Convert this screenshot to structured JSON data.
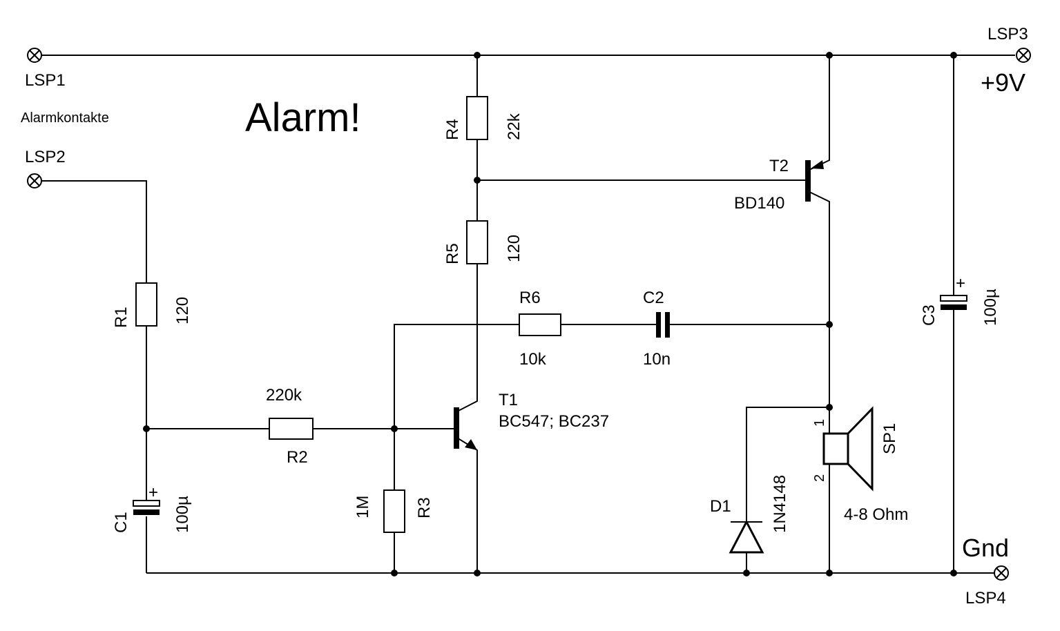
{
  "title": "Alarm!",
  "terminals": {
    "lsp1": "LSP1",
    "lsp2": "LSP2",
    "lsp3": "LSP3",
    "lsp4": "LSP4",
    "contacts_label": "Alarmkontakte",
    "plus9v": "+9V",
    "gnd": "Gnd"
  },
  "components": {
    "r1": {
      "ref": "R1",
      "value": "120"
    },
    "r2": {
      "ref": "R2",
      "value": "220k"
    },
    "r3": {
      "ref": "R3",
      "value": "1M"
    },
    "r4": {
      "ref": "R4",
      "value": "22k"
    },
    "r5": {
      "ref": "R5",
      "value": "120"
    },
    "r6": {
      "ref": "R6",
      "value": "10k"
    },
    "c1": {
      "ref": "C1",
      "value": "100µ",
      "polarity": "+"
    },
    "c2": {
      "ref": "C2",
      "value": "10n"
    },
    "c3": {
      "ref": "C3",
      "value": "100µ",
      "polarity": "+"
    },
    "t1": {
      "ref": "T1",
      "value": "BC547; BC237"
    },
    "t2": {
      "ref": "T2",
      "value": "BD140"
    },
    "d1": {
      "ref": "D1",
      "value": "1N4148"
    },
    "sp1": {
      "ref": "SP1",
      "value": "4-8 Ohm",
      "pin1": "1",
      "pin2": "2"
    }
  }
}
